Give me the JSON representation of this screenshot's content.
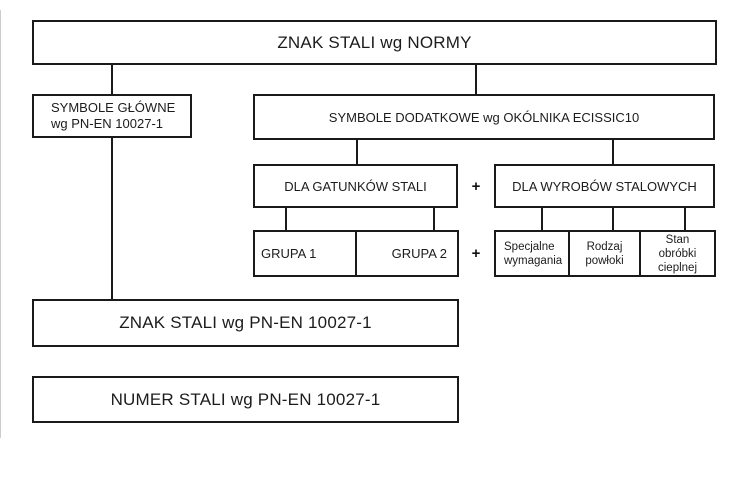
{
  "diagram": {
    "root": {
      "label": "ZNAK STALI wg NORMY"
    },
    "main_symbols": {
      "label": "SYMBOLE GŁÓWNE\nwg PN-EN 10027-1"
    },
    "additional_symbols": {
      "label": "SYMBOLE DODATKOWE wg OKÓLNIKA ECISSIC10"
    },
    "steel_grades": {
      "label": "DLA GATUNKÓW STALI"
    },
    "steel_products": {
      "label": "DLA WYROBÓW STALOWYCH"
    },
    "plus_operator": "+",
    "group_1": {
      "label": "GRUPA 1"
    },
    "group_2": {
      "label": "GRUPA 2"
    },
    "special_requirements": {
      "label": "Specjalne\nwymagania"
    },
    "coating_type": {
      "label": "Rodzaj\npowłoki"
    },
    "heat_treatment_state": {
      "label": "Stan\nobróbki\ncieplnej"
    },
    "steel_designation": {
      "label": "ZNAK STALI wg PN-EN 10027-1"
    },
    "steel_number": {
      "label": "NUMER STALI wg PN-EN 10027-1"
    },
    "colors": {
      "border": "#1a1a1a",
      "text": "#1c1c1c",
      "background": "#ffffff"
    }
  }
}
